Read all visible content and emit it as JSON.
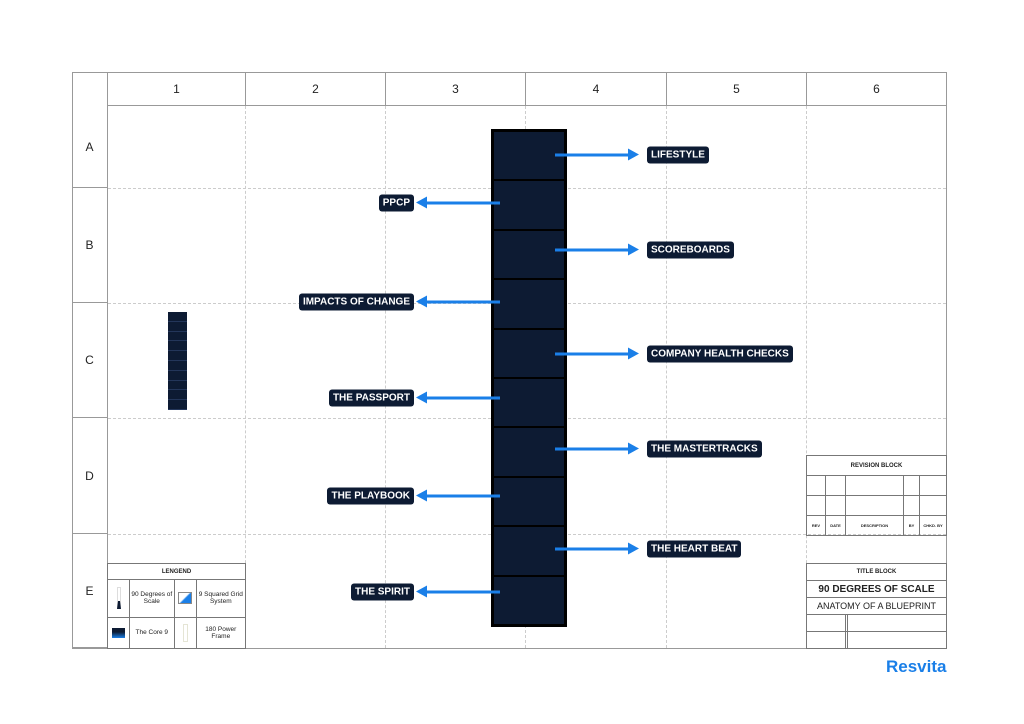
{
  "columns": [
    "1",
    "2",
    "3",
    "4",
    "5",
    "6"
  ],
  "rows": [
    "A",
    "B",
    "C",
    "D",
    "E"
  ],
  "right_labels": [
    {
      "text": "LIFESTYLE"
    },
    {
      "text": "SCOREBOARDS"
    },
    {
      "text": "COMPANY HEALTH CHECKS"
    },
    {
      "text": "THE MASTERTRACKS"
    },
    {
      "text": "THE HEART BEAT"
    }
  ],
  "left_labels": [
    {
      "text": "PPCP"
    },
    {
      "text": "IMPACTS OF CHANGE"
    },
    {
      "text": "THE PASSPORT"
    },
    {
      "text": "THE PLAYBOOK"
    },
    {
      "text": "THE SPIRIT"
    }
  ],
  "legend": {
    "title": "LENGEND",
    "items": [
      "90 Degrees of Scale",
      "9 Squared Grid System",
      "The Core 9",
      "180 Power Frame"
    ]
  },
  "revision_block": {
    "title": "REVISION BLOCK",
    "columns": [
      "REV",
      "DATE",
      "DESCRIPTION",
      "BY",
      "CHKD. BY"
    ]
  },
  "title_block": {
    "title": "TITLE BLOCK",
    "line1": "90 DEGREES OF SCALE",
    "line2": "ANATOMY OF A BLUEPRINT"
  },
  "brand": "Resvita",
  "colors": {
    "navy": "#0d1b33",
    "accent": "#1a7fe8"
  }
}
